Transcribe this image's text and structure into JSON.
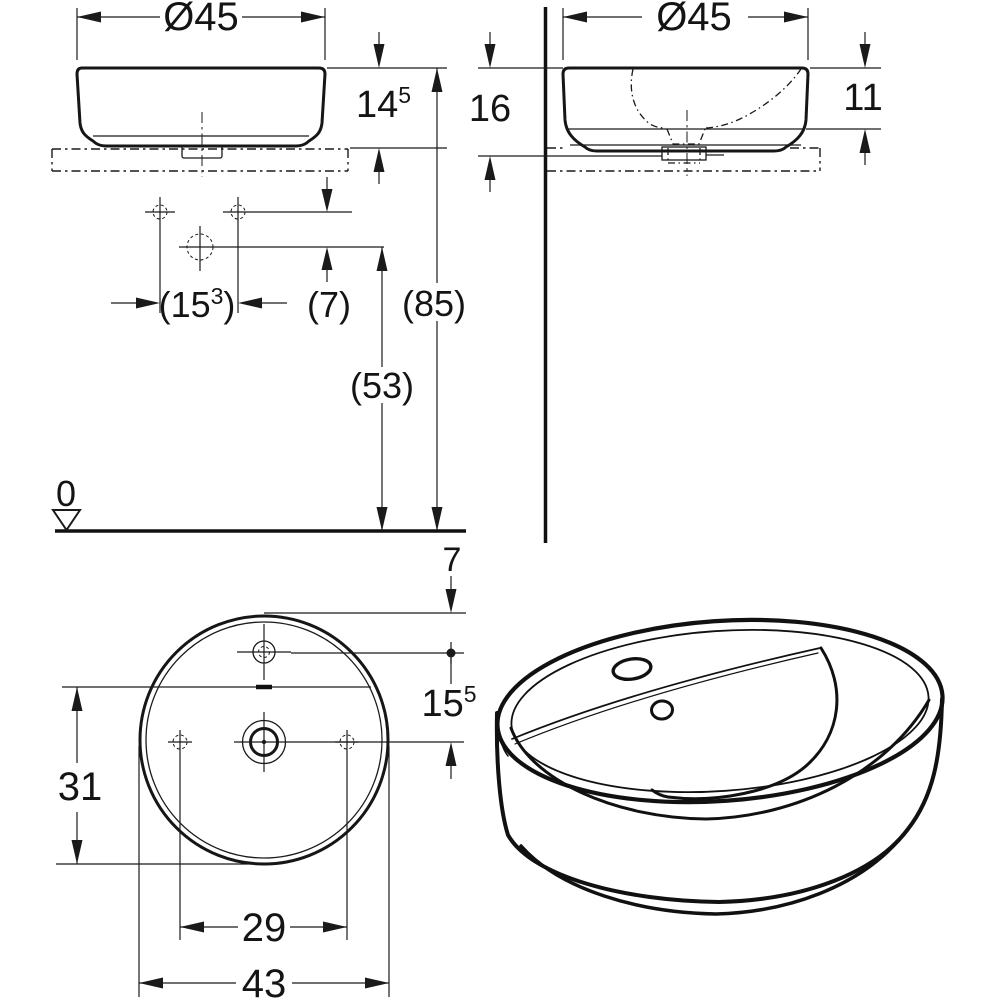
{
  "colors": {
    "line": "#1a1a1a",
    "background": "#ffffff"
  },
  "front_view": {
    "dim_diameter": "Ø45",
    "dim_height_above_counter": {
      "base": "14",
      "sup": "5"
    },
    "dim_height_rim_to_floor": "(85)",
    "dim_height_template_to_floor": "(53)",
    "dim_fixing_spacing": {
      "open": "(15",
      "sup": "3",
      "close": ")"
    },
    "dim_fixing_offset": "(7)",
    "datum_zero": "0"
  },
  "side_view": {
    "dim_diameter": "Ø45",
    "dim_total_height": "16",
    "dim_height_above_counter": "11"
  },
  "plan_view": {
    "dim_tap_to_edge": "7",
    "dim_tap_to_drain": {
      "base": "15",
      "sup": "5"
    },
    "dim_drain_to_front": "31",
    "dim_fixing_spacing": "29",
    "dim_width": "43"
  }
}
